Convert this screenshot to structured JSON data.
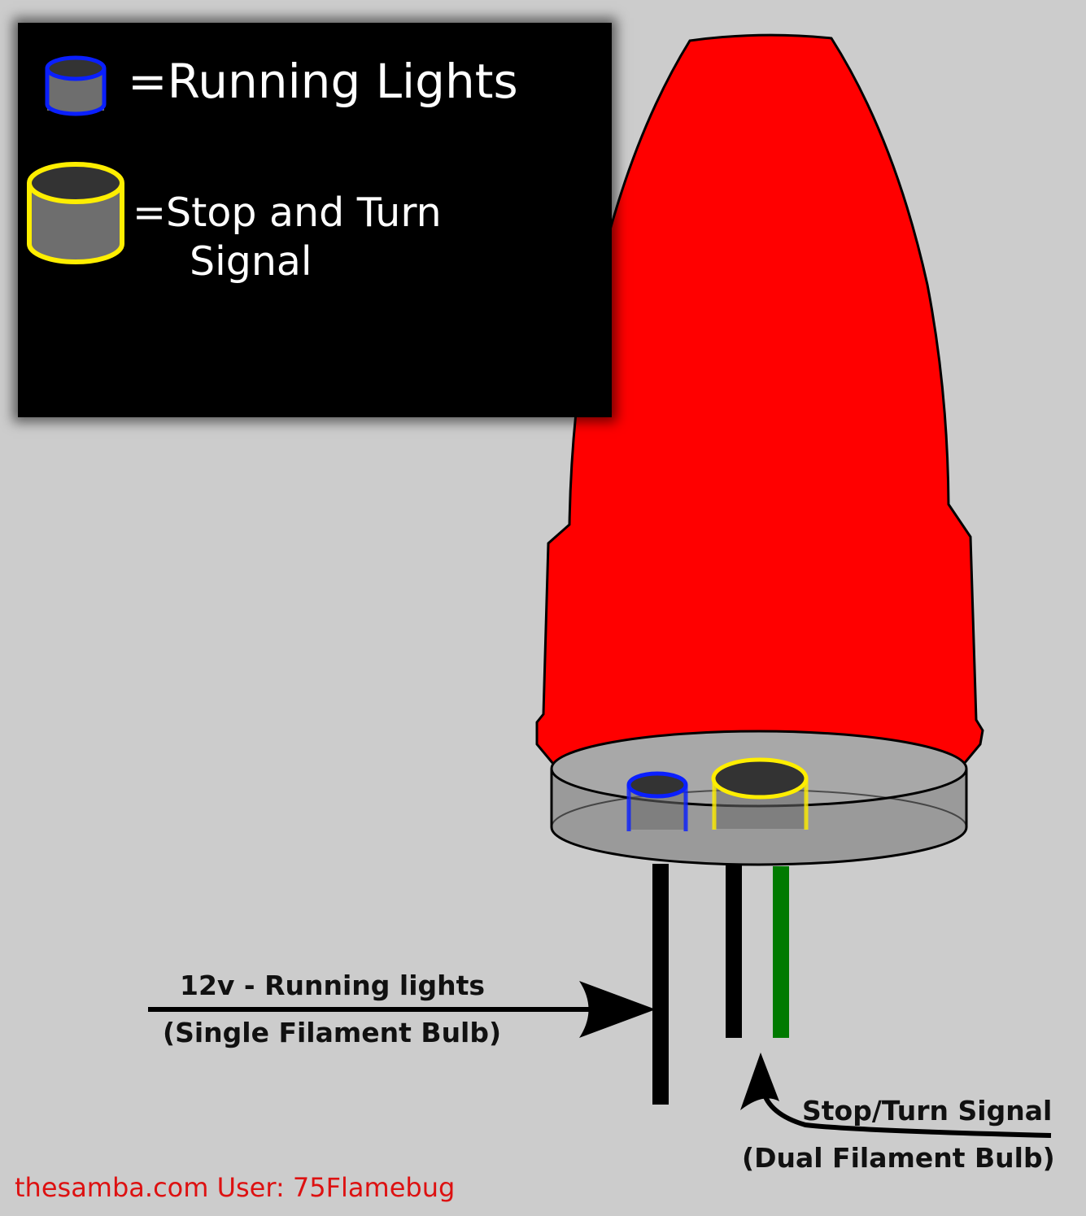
{
  "legend": {
    "running_label": "=Running Lights",
    "stop_label_line1": "=Stop and Turn",
    "stop_label_line2": "Signal",
    "running_color": "#0a1fff",
    "stop_color": "#ffee00"
  },
  "labels": {
    "running_wire_line1": "12v - Running lights",
    "running_wire_line2": "(Single Filament Bulb)",
    "stop_wire_line1": "Stop/Turn Signal",
    "stop_wire_line2": "(Dual Filament Bulb)"
  },
  "credit": "thesamba.com User: 75Flamebug",
  "colors": {
    "lens": "#ff0000",
    "base": "#999999",
    "ground_wire": "#000000",
    "signal_wire": "#007a00",
    "background": "#cccccc"
  }
}
